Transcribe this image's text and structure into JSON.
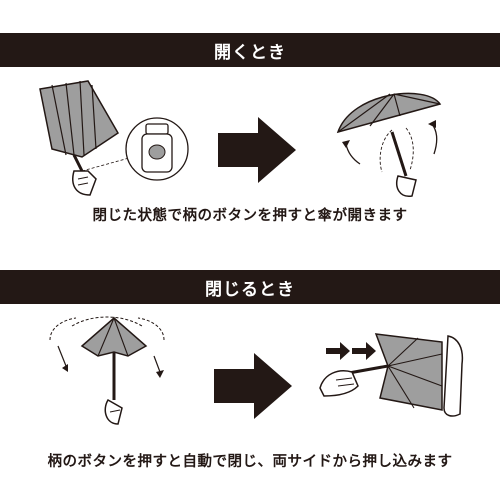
{
  "open_section": {
    "heading": "開くとき",
    "caption": "閉じた状態で柄のボタンを押すと傘が開きます"
  },
  "close_section": {
    "heading": "閉じるとき",
    "caption": "柄のボタンを押すと自動で閉じ、両サイドから押し込みます"
  },
  "colors": {
    "ink": "#231815",
    "canopy_gray": "#9e9e9e",
    "background": "#ffffff"
  },
  "icons": [
    "folded-umbrella-icon",
    "button-closeup-icon",
    "right-arrow-icon",
    "open-umbrella-icon",
    "closing-umbrella-icon",
    "push-arrows-icon",
    "hand-icon"
  ]
}
